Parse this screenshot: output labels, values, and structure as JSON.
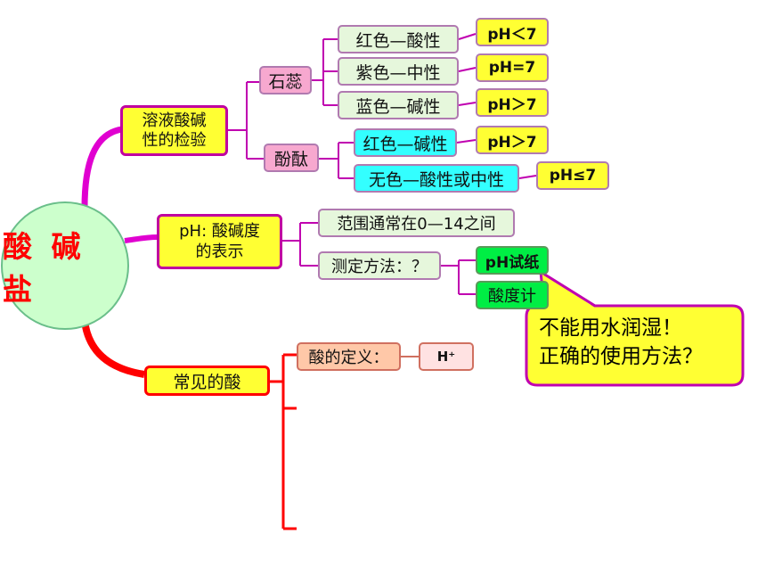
{
  "root": {
    "label": "酸 碱 盐"
  },
  "branch_indicator": {
    "label_line1": "溶液酸碱",
    "label_line2": "性的检验",
    "litmus": {
      "label": "石蕊",
      "items": [
        {
          "label": "红色—酸性",
          "ph": "pH＜7"
        },
        {
          "label": "紫色—中性",
          "ph": "pH=7"
        },
        {
          "label": "蓝色—碱性",
          "ph": "pH＞7"
        }
      ]
    },
    "phenolphthalein": {
      "label": "酚酞",
      "items": [
        {
          "label": "红色—碱性",
          "ph": "pH＞7"
        },
        {
          "label": "无色—酸性或中性",
          "ph": "pH≤7"
        }
      ]
    }
  },
  "branch_ph": {
    "label_line1": "pH: 酸碱度",
    "label_line2": "的表示",
    "range": "范围通常在0—14之间",
    "method": "测定方法：？",
    "tools": [
      "pH试纸",
      "酸度计"
    ],
    "callout_line1": "不能用水润湿！",
    "callout_line2": "正确的使用方法？"
  },
  "branch_acid": {
    "label": "常见的酸",
    "definition": "酸的定义：",
    "ion": "H⁺"
  },
  "colors": {
    "magenta": "#e000d0",
    "red": "#ff0000",
    "yellow": "#ffff33"
  }
}
